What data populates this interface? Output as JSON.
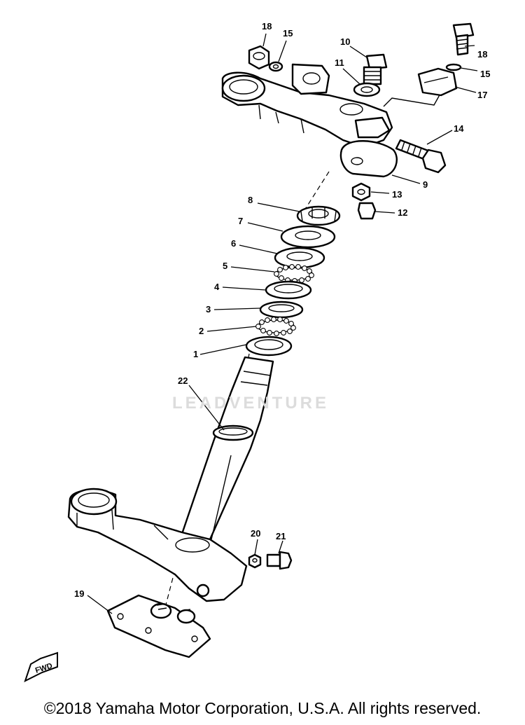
{
  "labels": {
    "l1": "1",
    "l2": "2",
    "l3": "3",
    "l4": "4",
    "l5": "5",
    "l6": "6",
    "l7": "7",
    "l8": "8",
    "l9": "9",
    "l10": "10",
    "l11": "11",
    "l12": "12",
    "l13": "13",
    "l14": "14",
    "l15a": "15",
    "l15b": "15",
    "l17": "17",
    "l18a": "18",
    "l18b": "18",
    "l19": "19",
    "l20": "20",
    "l21": "21",
    "l22": "22"
  },
  "watermark": "LEADVENTURE",
  "fwd_mark": "FWD",
  "copyright": "©2018 Yamaha Motor Corporation, U.S.A. All rights reserved."
}
